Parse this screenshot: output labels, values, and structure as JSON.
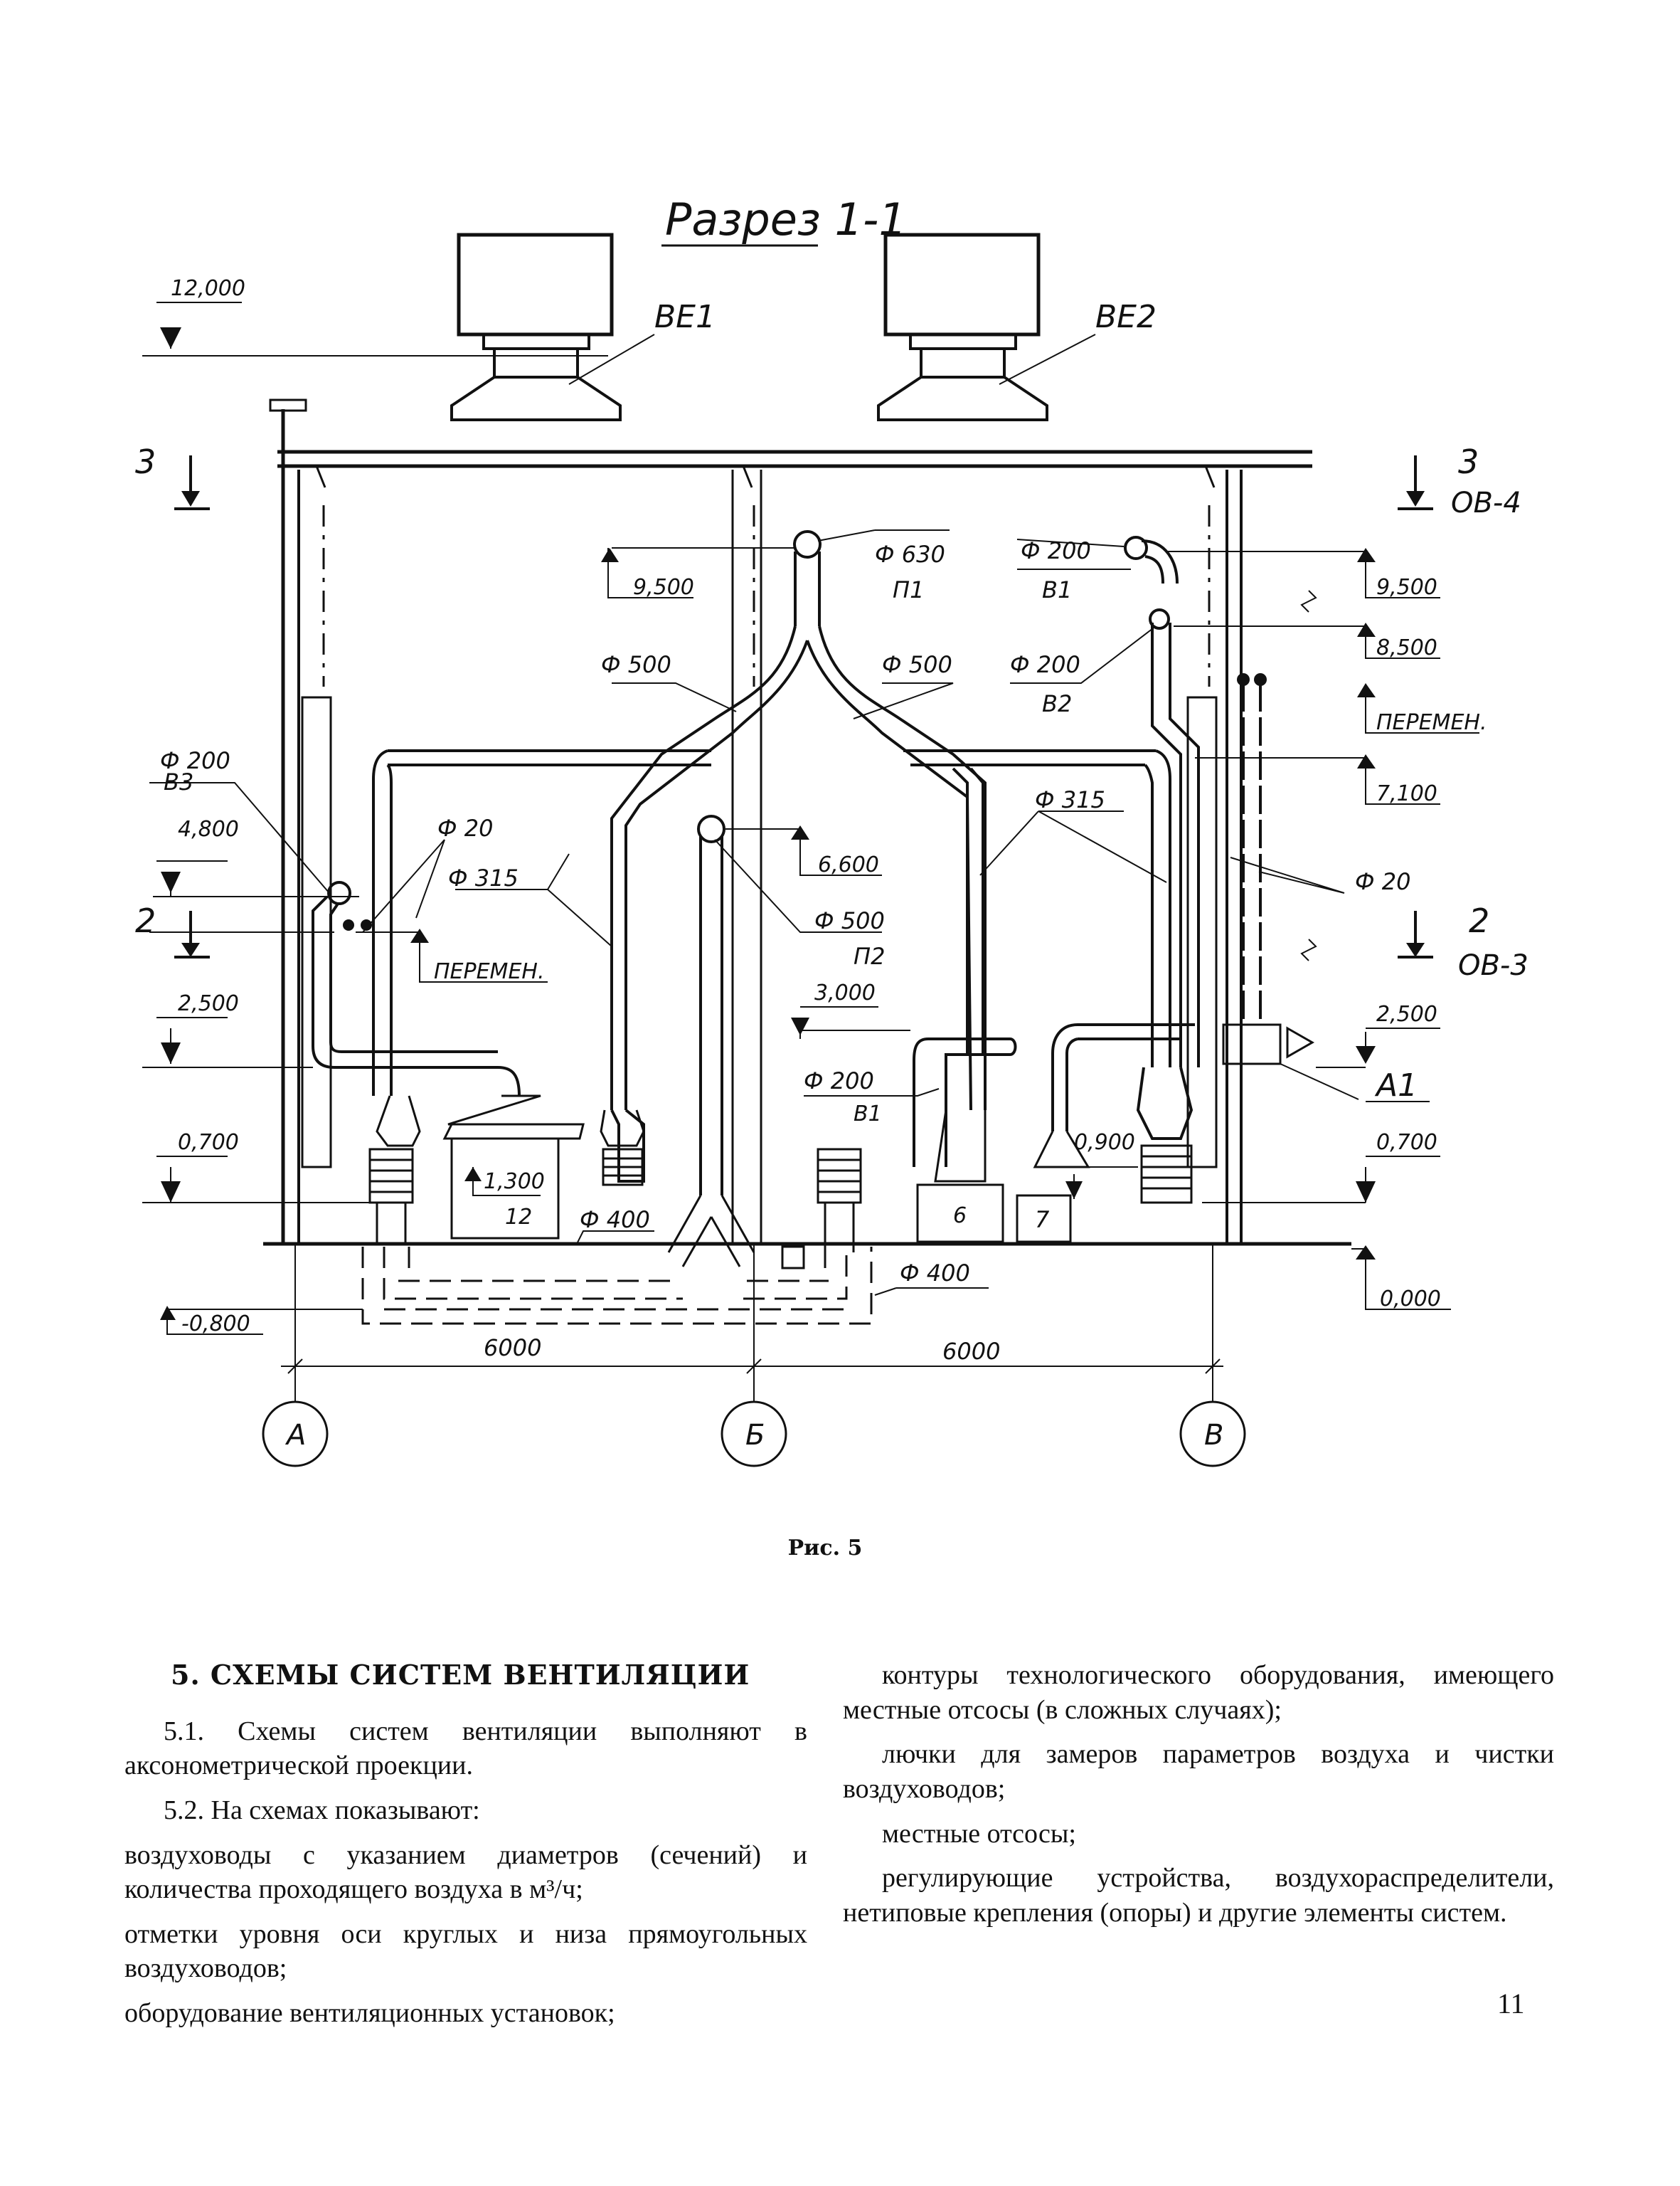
{
  "drawing": {
    "title": "Разрез 1-1",
    "labels": {
      "be1": "ВЕ1",
      "be2": "ВЕ2",
      "elev_12000": "12,000",
      "sec3_left_num": "3",
      "sec3_right_num": "3",
      "sec3_right_code": "ОВ-4",
      "sec2_left_num": "2",
      "sec2_right_num": "2",
      "sec2_right_code": "ОВ-3",
      "d630": "Ф 630",
      "p1": "П1",
      "d200_b1_top": "Ф 200",
      "b1_top": "В1",
      "elev_9500_l": "9,500",
      "elev_9500_r": "9,500",
      "elev_8500": "8,500",
      "d500_l": "Ф 500",
      "d500_r": "Ф 500",
      "d200_b2": "Ф 200",
      "b2": "В2",
      "peremen_r": "ПЕРЕМЕН.",
      "d200_b3": "Ф 200",
      "b3": "В3",
      "elev_7100": "7,100",
      "d315_r": "Ф 315",
      "elev_4800": "4,800",
      "d20_l": "Ф 20",
      "d315_l": "Ф 315",
      "elev_6600": "6,600",
      "d20_r": "Ф 20",
      "d500_p2": "Ф 500",
      "p2": "П2",
      "peremen_l": "ПЕРЕМЕН.",
      "elev_3000": "3,000",
      "elev_2500_l": "2,500",
      "elev_2500_r": "2,500",
      "a1": "А1",
      "d200_b1_bot": "Ф 200",
      "b1_bot": "В1",
      "elev_0700_l": "0,700",
      "elev_0700_r": "0,700",
      "elev_0900": "0,900",
      "elev_1300": "1,300",
      "equip_12": "12",
      "equip_6": "6",
      "equip_7": "7",
      "d400_l": "Ф 400",
      "d400_r": "Ф 400",
      "elev_0000": "0,000",
      "elev_m0800": "-0,800",
      "dim_left": "6000",
      "dim_right": "6000",
      "axis_a": "А",
      "axis_b": "Б",
      "axis_v": "В"
    }
  },
  "figure_caption": "Рис. 5",
  "section": {
    "heading": "5. СХЕМЫ СИСТЕМ ВЕНТИЛЯЦИИ",
    "left": [
      "5.1. Схемы систем вентиляции выполняют в аксонометрической проекции.",
      "5.2. На схемах показывают:",
      "воздуховоды с указанием диаметров (сечений) и количества проходящего воздуха в м³/ч;",
      "отметки уровня оси круглых и низа прямоугольных воздуховодов;",
      "оборудование вентиляционных установок;"
    ],
    "right": [
      "контуры технологического оборудования, имеющего местные отсосы (в сложных случаях);",
      "лючки для замеров параметров воздуха и чистки воздуховодов;",
      "местные отсосы;",
      "регулирующие устройства, воздухораспределители, нетиповые крепления (опоры) и другие элементы систем."
    ]
  },
  "page_number": "11"
}
